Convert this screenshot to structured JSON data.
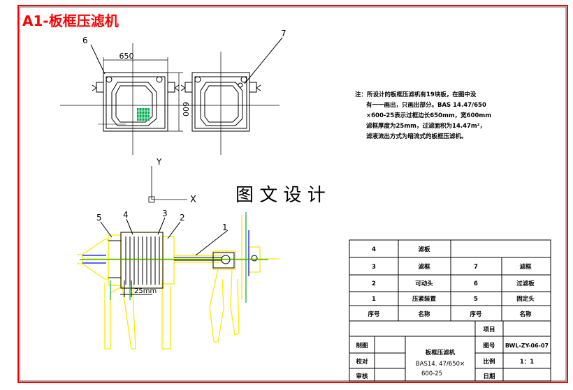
{
  "title": "A1-板框压滤机",
  "watermark": "图 文 设 计",
  "note": {
    "lines": [
      "注：所设计的板框压滤机有19块板，在图中没",
      "有一一画出，只画出部分。BAS 14.47/650",
      "×600-25表示过框边长650mm，宽600mm",
      "滤框厚度为25mm，过滤面积为14.47m²，",
      "滤液流出方式为暗流式的板框压滤机。"
    ]
  },
  "dimensions": {
    "width_top": "650",
    "height_side": "600",
    "frame_thickness": "25mm"
  },
  "axis": {
    "y": "Y",
    "x": "X"
  },
  "callouts": {
    "c6": "6",
    "c7": "7",
    "c5": "5",
    "c4": "4",
    "c3": "3",
    "c2": "2",
    "c1": "1"
  },
  "parts_table": {
    "rows": [
      {
        "no_a": "4",
        "name_a": "滤板",
        "no_b": "",
        "name_b": ""
      },
      {
        "no_a": "3",
        "name_a": "滤框",
        "no_b": "7",
        "name_b": "滤框"
      },
      {
        "no_a": "2",
        "name_a": "可动头",
        "no_b": "6",
        "name_b": "过滤板"
      },
      {
        "no_a": "1",
        "name_a": "压紧装置",
        "no_b": "5",
        "name_b": "固定头"
      }
    ],
    "header": {
      "no": "序号",
      "name": "名称",
      "no2": "序号",
      "name2": "名称"
    }
  },
  "title_block": {
    "project_label": "项目",
    "drawn_label": "制图",
    "check_label": "校对",
    "review_label": "审核",
    "name_line1": "板框压滤机",
    "name_line2": "BAS14. 47/650×",
    "name_line3": "600-25",
    "drawing_no_label": "图号",
    "drawing_no": "BWL-ZY-06-07",
    "scale_label": "比例",
    "scale": "1：1",
    "date_label": "日期"
  },
  "colors": {
    "frame_border": "#ff0000",
    "drawing": "#000000",
    "yellow": "#ffe800",
    "green": "#00b050",
    "blue": "#0000ff"
  }
}
